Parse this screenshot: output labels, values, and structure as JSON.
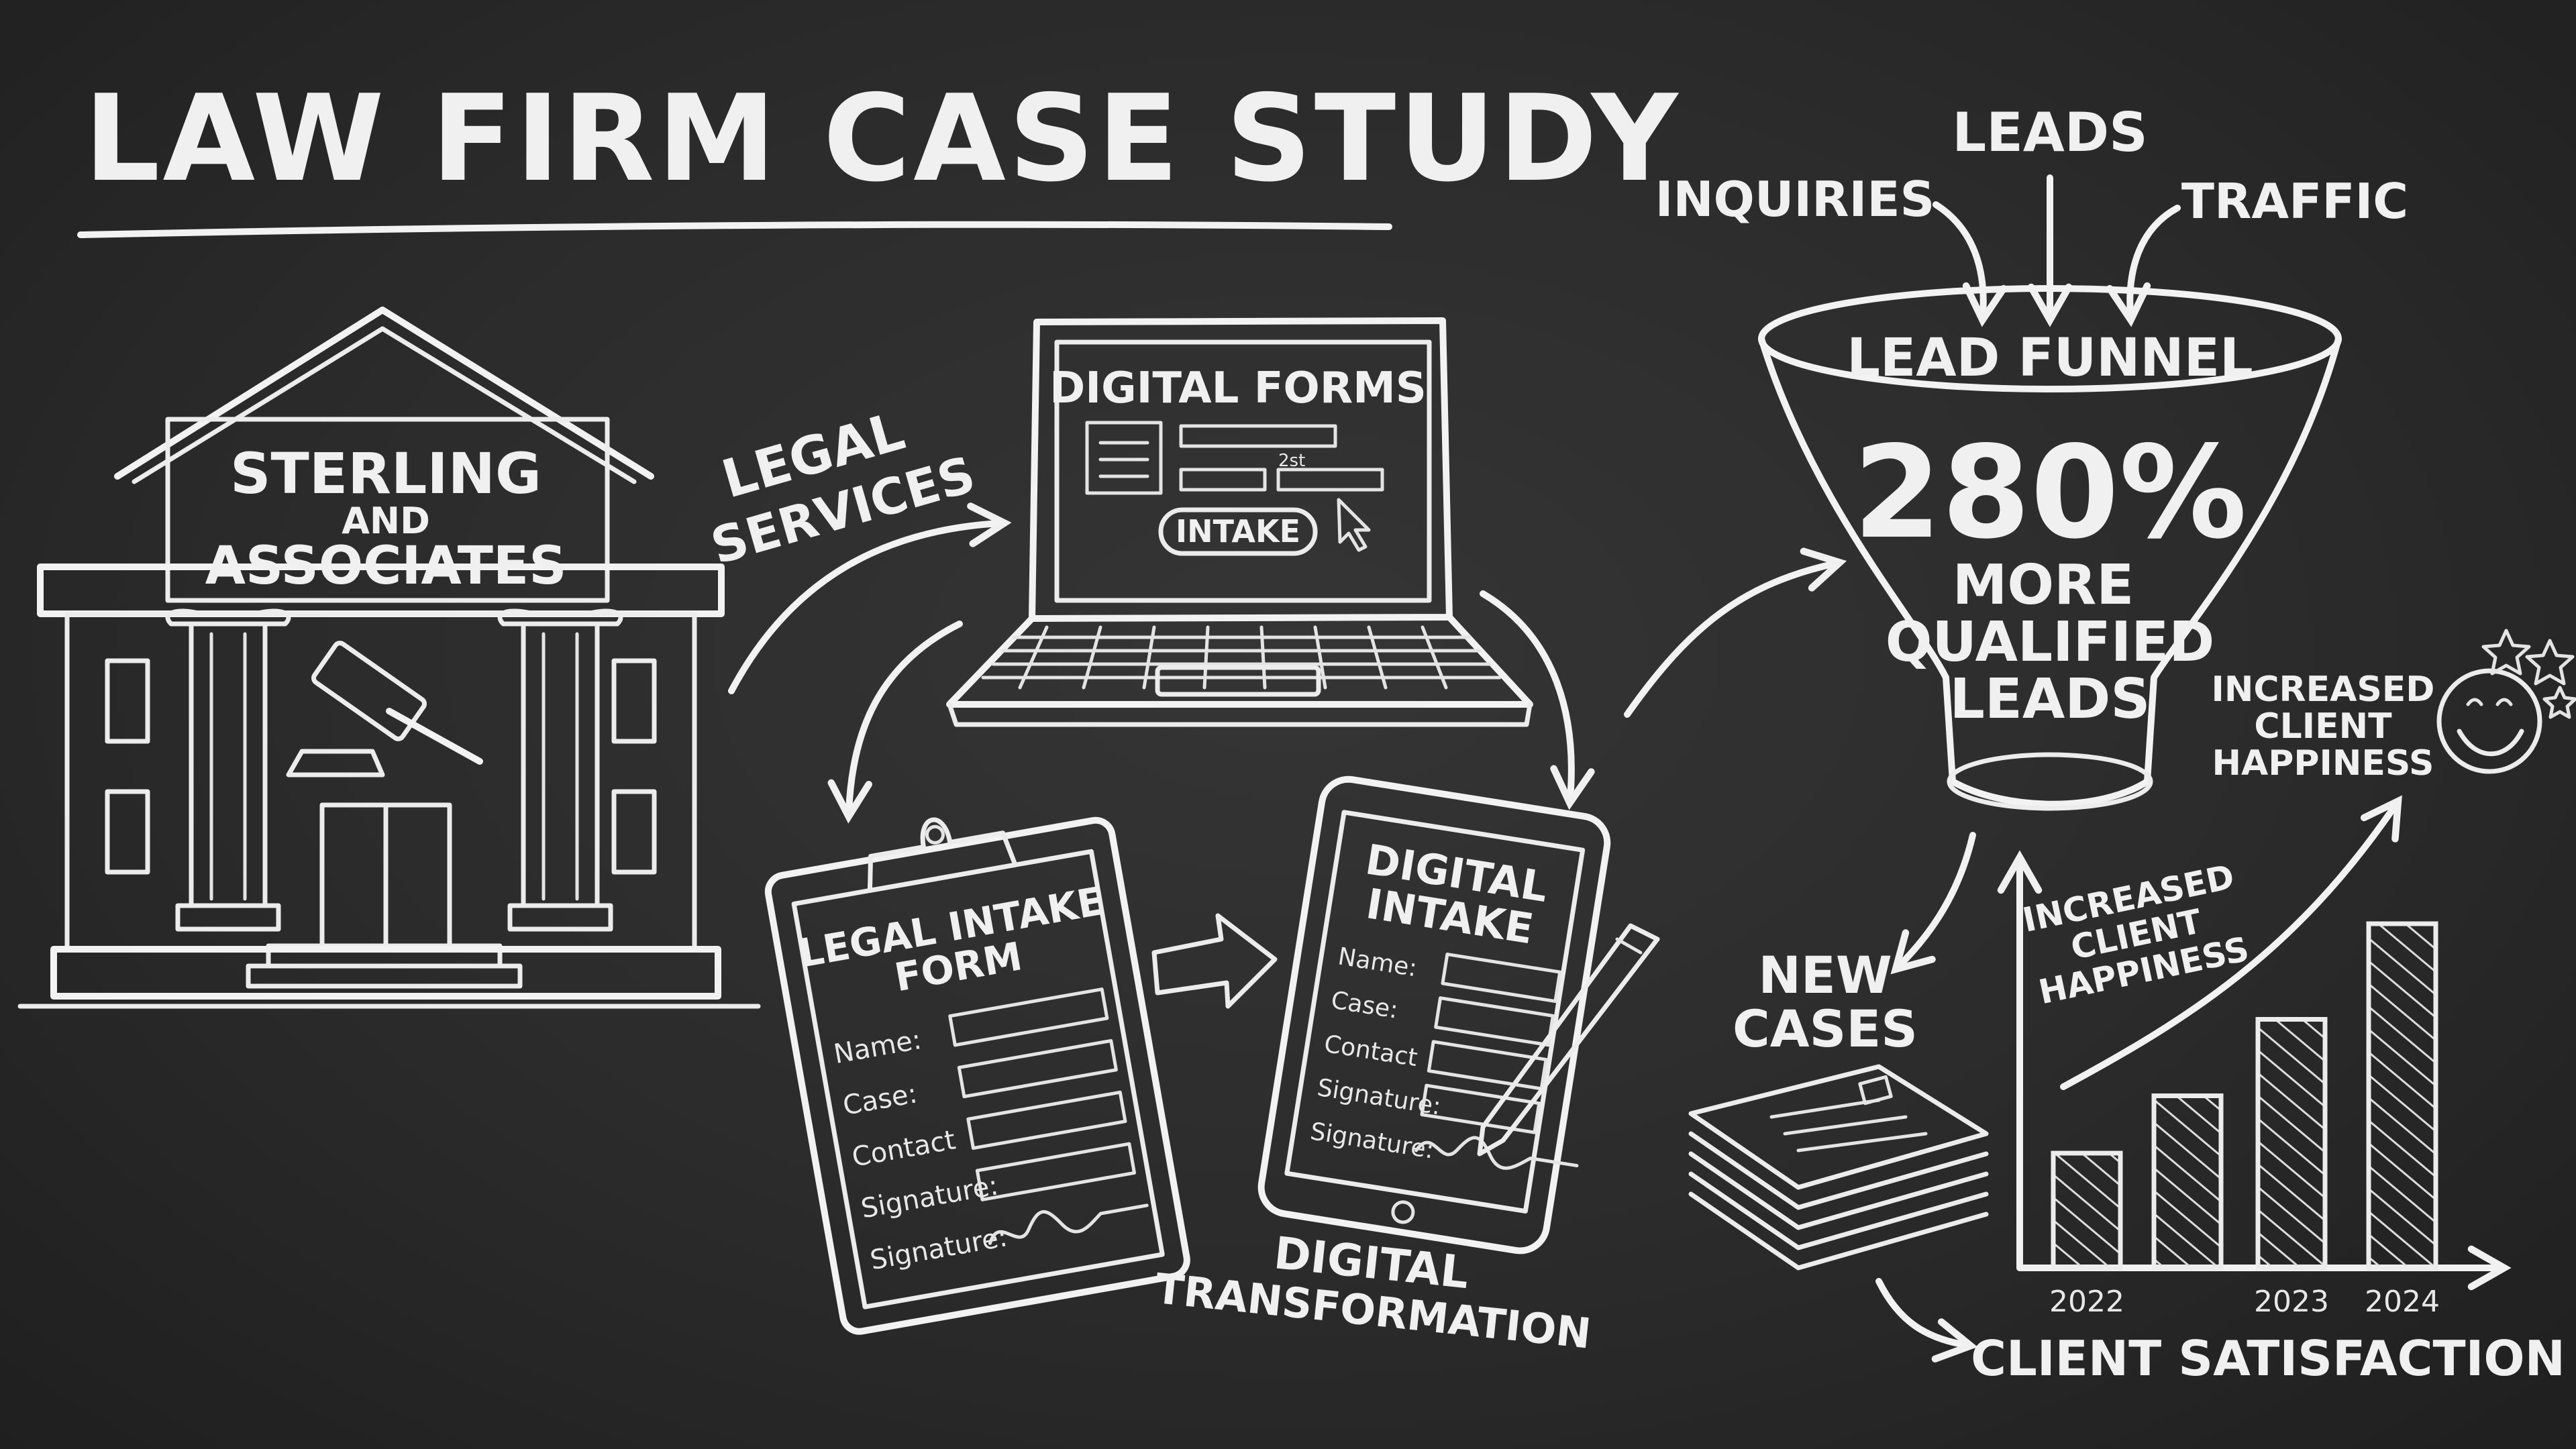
{
  "title": "LAW FIRM CASE STUDY",
  "firm": {
    "line1": "STERLING",
    "line2": "AND",
    "line3": "ASSOCIATES"
  },
  "legal_services": {
    "line1": "LEGAL",
    "line2": "SERVICES"
  },
  "laptop": {
    "heading": "DIGITAL FORMS",
    "button": "INTAKE",
    "field_hint": "2st"
  },
  "paper_form": {
    "title_line1": "LEGAL INTAKE",
    "title_line2": "FORM",
    "fields": [
      "Name:",
      "Case:",
      "Contact",
      "Signature:",
      "Signature:"
    ]
  },
  "tablet": {
    "title_line1": "DIGITAL",
    "title_line2": "INTAKE",
    "fields": [
      "Name:",
      "Case:",
      "Contact",
      "Signature:",
      "Signature:"
    ]
  },
  "digital_transformation": {
    "line1": "DIGITAL",
    "line2": "TRANSFORMATION"
  },
  "funnel_inputs": {
    "leads": "LEADS",
    "inquiries": "INQUIRIES",
    "traffic": "TRAFFIC"
  },
  "funnel": {
    "label": "LEAD FUNNEL",
    "stat": "280%",
    "line1": "MORE",
    "line2": "QUALIFIED",
    "line3": "LEADS"
  },
  "happiness_top": {
    "line1": "INCREASED",
    "line2": "CLIENT",
    "line3": "HAPPINESS"
  },
  "new_cases": {
    "line1": "NEW",
    "line2": "CASES"
  },
  "chart_data": {
    "type": "bar",
    "title": "CLIENT SATISFACTION",
    "annotation": [
      "INCREASED",
      "CLIENT",
      "HAPPINESS"
    ],
    "categories": [
      "2022",
      "",
      "2023",
      "2024"
    ],
    "values": [
      3,
      4.5,
      6.5,
      9
    ],
    "ylim": [
      0,
      10
    ],
    "xlabel": "",
    "ylabel": "",
    "grid": false,
    "trend_arrow": true,
    "bar_fill": "hatched",
    "colors": {
      "chalk": "#ececec",
      "board": "#2b2b2b"
    }
  }
}
